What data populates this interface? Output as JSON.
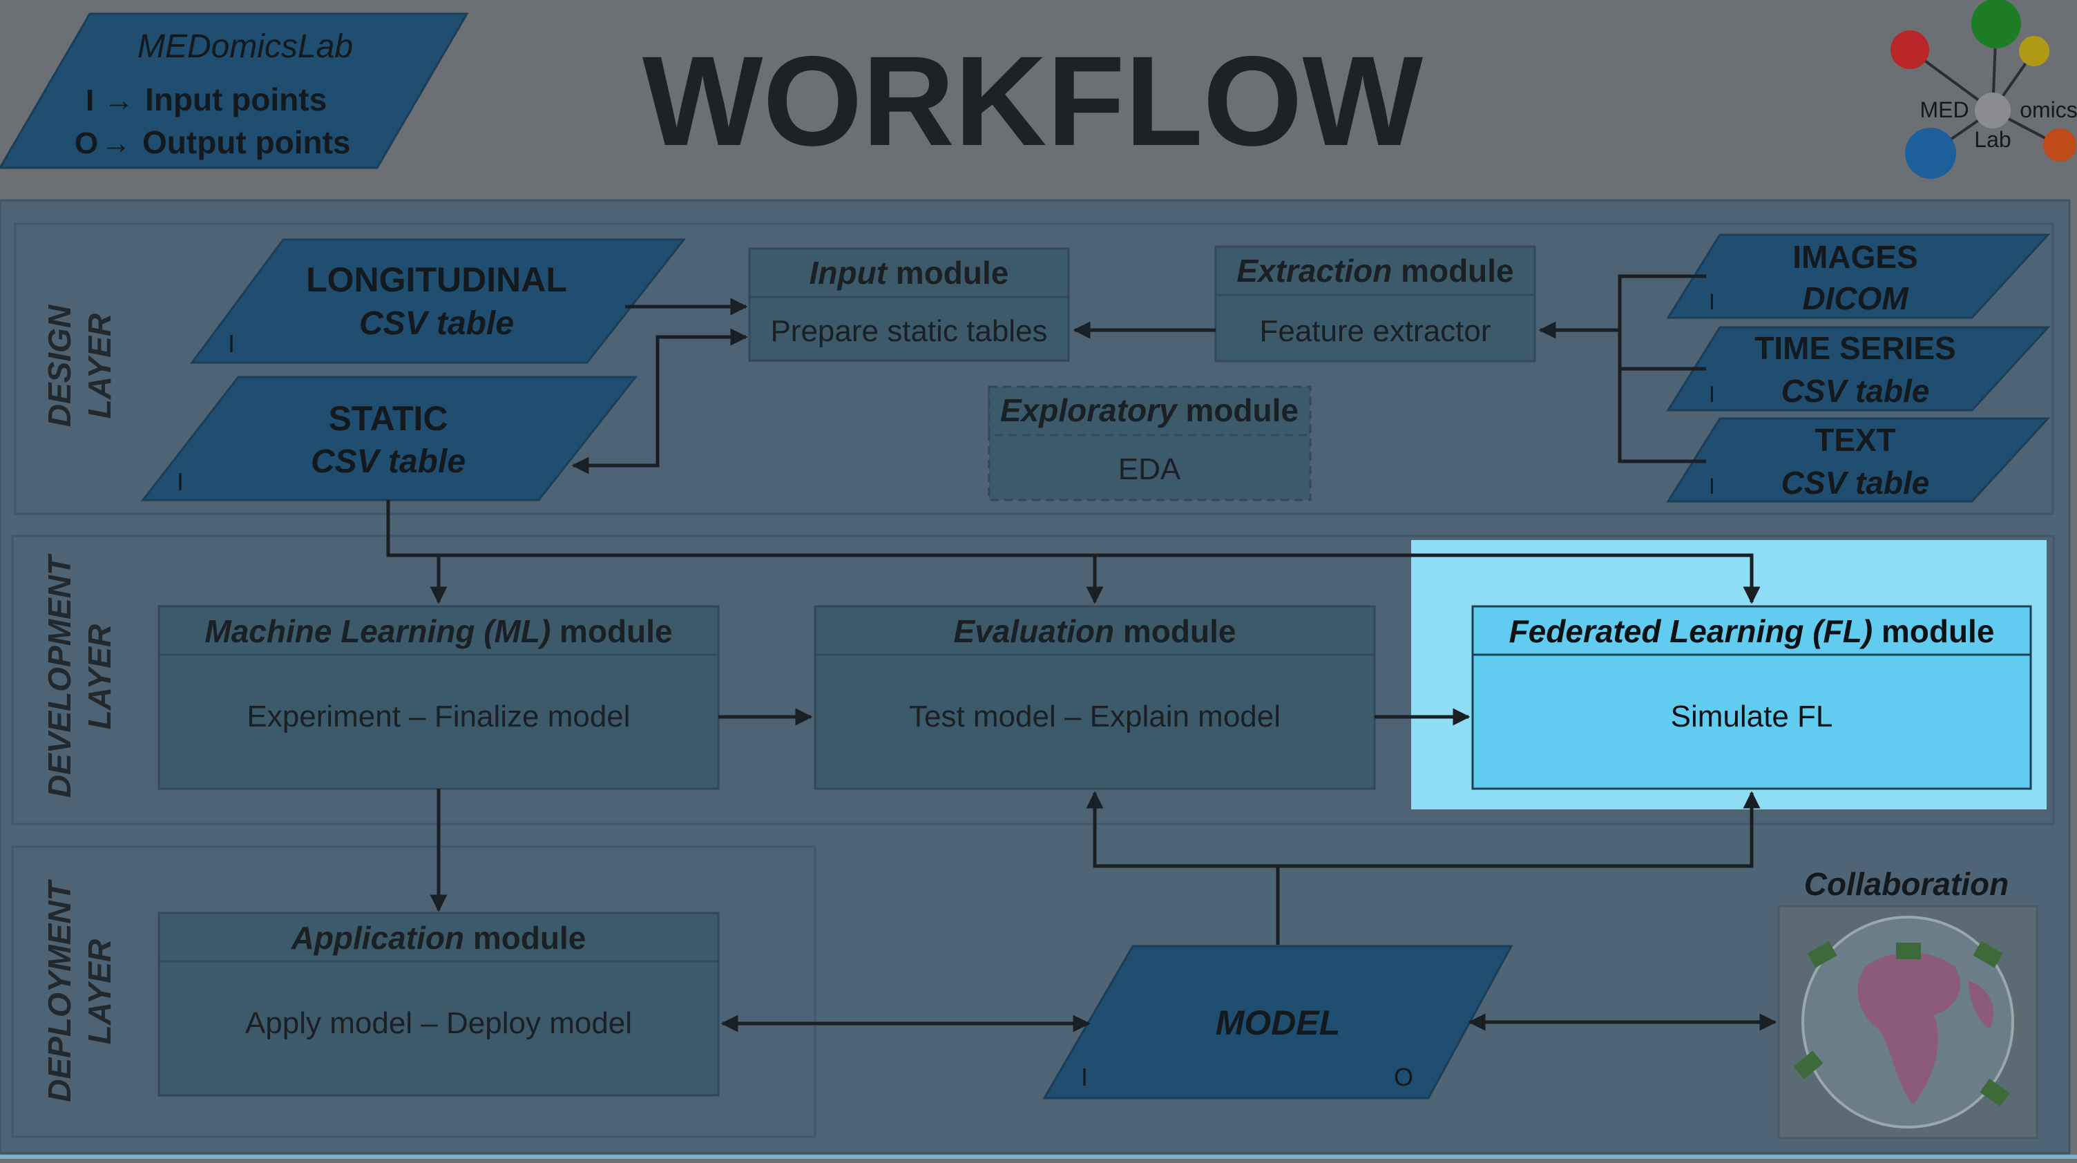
{
  "legend": {
    "brand": "MEDomicsLab",
    "input_symbol": "I",
    "input_text": "Input points",
    "output_symbol": "O",
    "output_text": "Output points",
    "arrow": "→"
  },
  "title": "WORKFLOW",
  "logo": {
    "left": "MED",
    "center": "Lab",
    "right": "omics"
  },
  "layers": {
    "design": [
      "DESIGN",
      "LAYER"
    ],
    "development": [
      "DEVELOPMENT",
      "LAYER"
    ],
    "deployment": [
      "DEPLOYMENT",
      "LAYER"
    ]
  },
  "data_sources": {
    "longitudinal": {
      "title": "LONGITUDINAL",
      "subtitle": "CSV table",
      "port": "I"
    },
    "static": {
      "title": "STATIC",
      "subtitle": "CSV table",
      "port": "I"
    },
    "images": {
      "title": "IMAGES",
      "subtitle": "DICOM",
      "port": "I"
    },
    "time_series": {
      "title": "TIME SERIES",
      "subtitle": "CSV table",
      "port": "I"
    },
    "text": {
      "title": "TEXT",
      "subtitle": "CSV table",
      "port": "I"
    }
  },
  "modules": {
    "input": {
      "name": "Input",
      "suffix": " module",
      "body": "Prepare static tables"
    },
    "extraction": {
      "name": "Extraction",
      "suffix": " module",
      "body": "Feature extractor"
    },
    "exploratory": {
      "name": "Exploratory",
      "suffix": " module",
      "body": "EDA"
    },
    "ml": {
      "name": "Machine Learning (ML)",
      "suffix": " module",
      "body": "Experiment – Finalize model"
    },
    "evaluation": {
      "name": "Evaluation",
      "suffix": " module",
      "body": "Test model – Explain model"
    },
    "fl": {
      "name": "Federated Learning (FL)",
      "suffix": " module",
      "body": "Simulate FL"
    },
    "application": {
      "name": "Application",
      "suffix": " module",
      "body": "Apply model – Deploy model"
    }
  },
  "model": {
    "title": "MODEL",
    "in_port": "I",
    "out_port": "O"
  },
  "collaboration": {
    "title": "Collaboration"
  },
  "colors": {
    "overlay": "#6c6f73",
    "highlight": "#8fdcf5",
    "fl_box": "#62cbf0",
    "parallelogram": "#1f4e70",
    "logo_red": "#b8262a",
    "logo_green": "#1e7d24",
    "logo_yellow": "#b09a15",
    "logo_blue": "#1d5f9a",
    "logo_orange": "#bf4a1a"
  },
  "highlighted_module": "fl"
}
